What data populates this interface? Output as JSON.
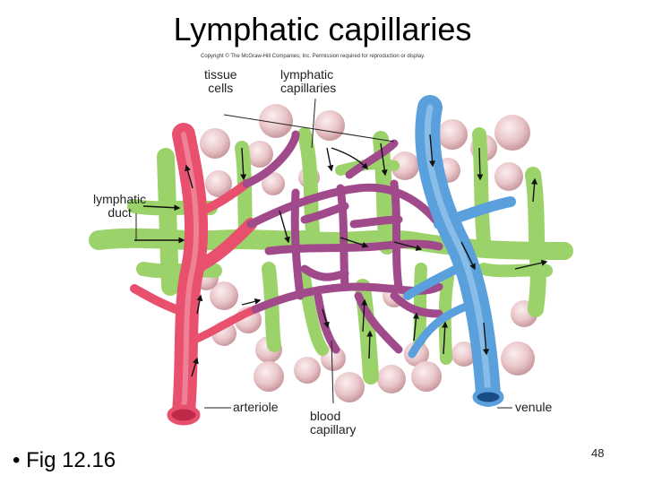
{
  "title": "Lymphatic capillaries",
  "copyright": "Copyright © The McGraw-Hill Companies, Inc. Permission required for reproduction or display.",
  "labels": {
    "tissue_cells": "tissue\ncells",
    "lymphatic_capillaries": "lymphatic\ncapillaries",
    "lymphatic_duct": "lymphatic\nduct",
    "arteriole": "arteriole",
    "blood_capillary": "blood\ncapillary",
    "venule": "venule"
  },
  "bullet": "• Fig 12.16",
  "page_number": "48",
  "colors": {
    "arteriole": "#e8506e",
    "venule": "#5aa0dc",
    "capillary": "#a04a8c",
    "lymph": "#9cd26a",
    "cells": "#e8c8c8"
  }
}
